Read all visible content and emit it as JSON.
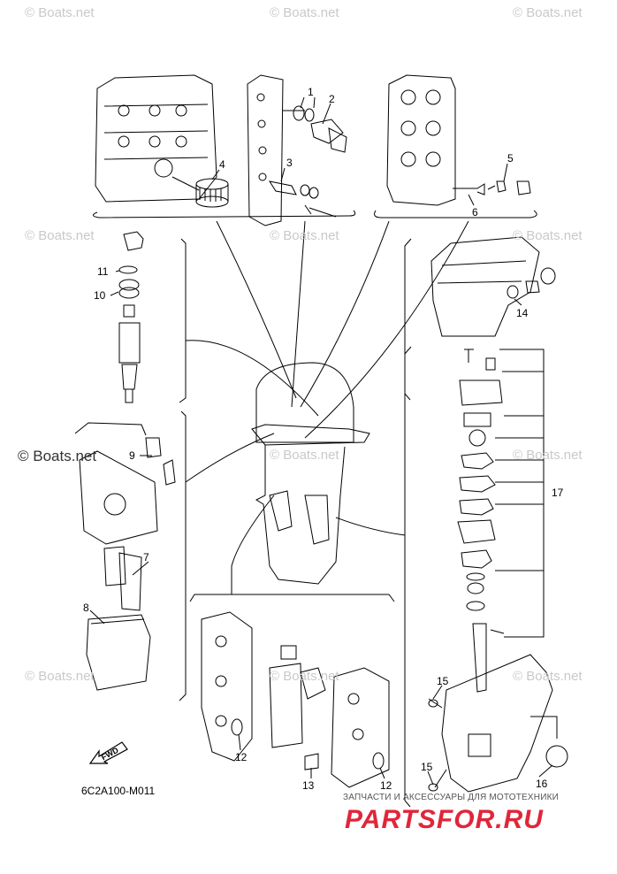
{
  "watermarks": {
    "site": "© Boats.net",
    "site_prominent": "© Boats.net"
  },
  "diagram_code": "6C2A100-M011",
  "fwd_label": "FWD",
  "callouts": [
    "1",
    "2",
    "3",
    "4",
    "5",
    "6",
    "7",
    "8",
    "9",
    "10",
    "11",
    "12",
    "12",
    "13",
    "14",
    "15",
    "15",
    "16",
    "17"
  ],
  "banner": {
    "subtitle": "ЗАПЧАСТИ И АКСЕССУАРЫ ДЛЯ МОТОТЕХНИКИ",
    "logo": "PARTSFOR.RU",
    "logo_color": "#e0263a"
  },
  "colors": {
    "line": "#000000",
    "watermark": "#c9c9c9"
  }
}
